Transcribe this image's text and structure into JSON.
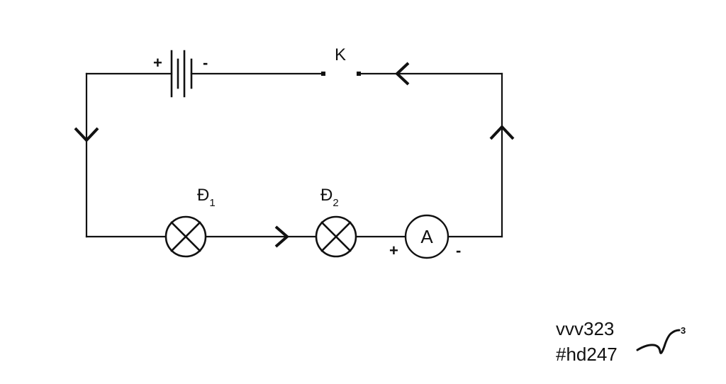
{
  "battery": {
    "plus": "+",
    "minus": "-"
  },
  "switch": {
    "label": "K"
  },
  "lamp1": {
    "label": "Đ",
    "sub": "1"
  },
  "lamp2": {
    "label": "Đ",
    "sub": "2"
  },
  "ammeter": {
    "label": "A",
    "plus": "+",
    "minus": "-"
  },
  "signature": {
    "line1": "vvv323",
    "line2": "#hd247",
    "mark": "3"
  }
}
